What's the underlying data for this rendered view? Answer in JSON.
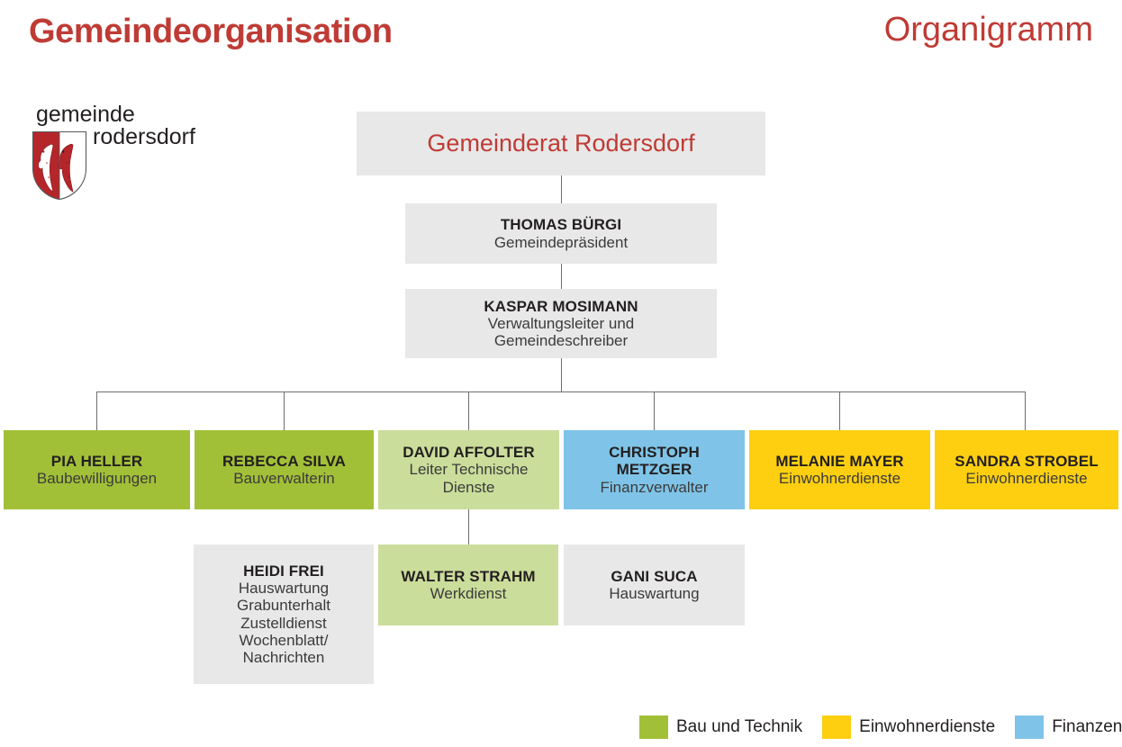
{
  "header": {
    "title": "Gemeindeorganisation",
    "subtitle": "Organigramm",
    "title_color": "#bf3b35"
  },
  "logo": {
    "line1": "gemeinde",
    "line2": "rodersdorf",
    "crest_name": "rodersdorf-coat-of-arms",
    "crest_colors": {
      "red": "#b5262b",
      "white": "#ffffff"
    }
  },
  "chart": {
    "root": {
      "title": "Gemeinderat Rodersdorf",
      "color": "#e8e8e8"
    },
    "level1": [
      {
        "name": "THOMAS BÜRGI",
        "role": "Gemeindepräsident",
        "color": "#e8e8e8"
      },
      {
        "name": "KASPAR MOSIMANN",
        "role": "Verwaltungsleiter und\nGemeindeschreiber",
        "color": "#e8e8e8"
      }
    ],
    "departments": [
      {
        "name": "PIA HELLER",
        "role": "Baubewilligungen",
        "color": "#a2c037",
        "category": "Bau und Technik"
      },
      {
        "name": "REBECCA SILVA",
        "role": "Bauverwalterin",
        "color": "#a2c037",
        "category": "Bau und Technik"
      },
      {
        "name": "DAVID AFFOLTER",
        "role": "Leiter Technische\nDienste",
        "color": "#cadd9a",
        "category": "Bau und Technik"
      },
      {
        "name": "CHRISTOPH METZGER",
        "role": "Finanzverwalter",
        "color": "#7fc4e8",
        "category": "Finanzen"
      },
      {
        "name": "MELANIE MAYER",
        "role": "Einwohnerdienste",
        "color": "#fdcf10",
        "category": "Einwohnerdienste"
      },
      {
        "name": "SANDRA STROBEL",
        "role": "Einwohnerdienste",
        "color": "#fdcf10",
        "category": "Einwohnerdienste"
      }
    ],
    "staff": [
      {
        "name": "HEIDI FREI",
        "role": "Hauswartung\nGrabunterhalt\nZustelldienst\nWochenblatt/\nNachrichten",
        "color": "#e8e8e8"
      },
      {
        "name": "WALTER STRAHM",
        "role": "Werkdienst",
        "color": "#cadd9a"
      },
      {
        "name": "GANI SUCA",
        "role": "Hauswartung",
        "color": "#e8e8e8"
      }
    ]
  },
  "legend": [
    {
      "label": "Bau und Technik",
      "color": "#a2c037"
    },
    {
      "label": "Einwohnerdienste",
      "color": "#fdcf10"
    },
    {
      "label": "Finanzen",
      "color": "#7fc4e8"
    }
  ]
}
